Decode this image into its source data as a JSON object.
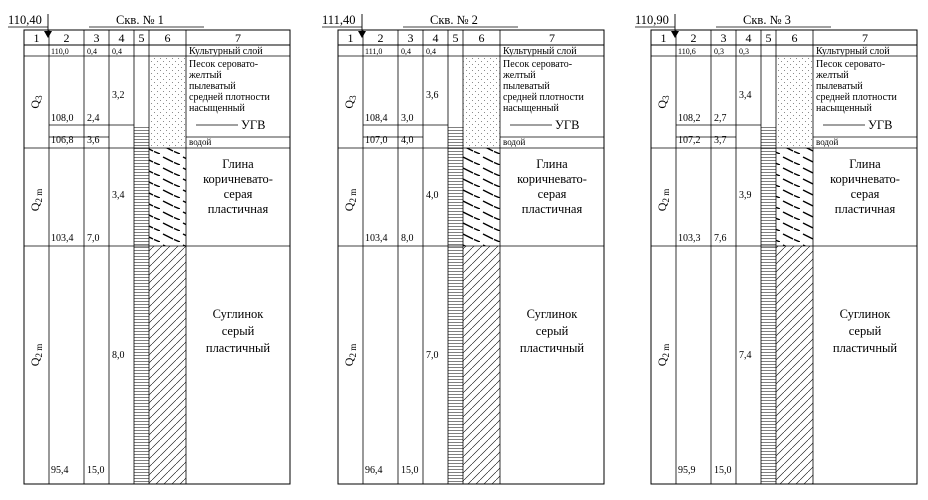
{
  "wells": [
    {
      "elev": "110,40",
      "title": "Скв. № 1",
      "columns": [
        "1",
        "2",
        "3",
        "4",
        "5",
        "6",
        "7"
      ],
      "layers": [
        {
          "age": "",
          "age_sub": "",
          "top_elev": "110,0",
          "top_depth": "0,4",
          "thick": "0,4",
          "desc": [
            "Культурный слой"
          ],
          "pattern": "blank",
          "big": false
        },
        {
          "age": "Q",
          "age_sub": "3",
          "top_elev": "108,0",
          "top_depth": "2,4",
          "thick": "3,2",
          "desc": [
            "Песок серовато-",
            "желтый",
            "пылеватый",
            "средней плотности",
            "насыщенный"
          ],
          "pattern": "sand",
          "big": false
        },
        {
          "age": "",
          "age_sub": "",
          "top_elev": "106,8",
          "top_depth": "3,6",
          "thick": "",
          "desc": [
            "водой"
          ],
          "pattern": "sand",
          "big": false
        },
        {
          "age": "Q",
          "age_sub": "2 m",
          "top_elev": "103,4",
          "top_depth": "7,0",
          "thick": "3,4",
          "desc": [
            "Глина",
            "коричневато-",
            "серая",
            "пластичная"
          ],
          "pattern": "clay",
          "big": true
        },
        {
          "age": "Q",
          "age_sub": "2 m",
          "top_elev": "95,4",
          "top_depth": "15,0",
          "thick": "8,0",
          "desc": [
            "Суглинок",
            "серый",
            "пластичный"
          ],
          "pattern": "loam",
          "big": true
        }
      ],
      "ugv": "УГВ"
    },
    {
      "elev": "111,40",
      "title": "Скв. № 2",
      "columns": [
        "1",
        "2",
        "3",
        "4",
        "5",
        "6",
        "7"
      ],
      "layers": [
        {
          "age": "",
          "age_sub": "",
          "top_elev": "111,0",
          "top_depth": "0,4",
          "thick": "0,4",
          "desc": [
            "Культурный слой"
          ],
          "pattern": "blank",
          "big": false
        },
        {
          "age": "Q",
          "age_sub": "3",
          "top_elev": "108,4",
          "top_depth": "3,0",
          "thick": "3,6",
          "desc": [
            "Песок серовато-",
            "желтый",
            "пылеватый",
            "средней плотности",
            "насыщенный"
          ],
          "pattern": "sand",
          "big": false
        },
        {
          "age": "",
          "age_sub": "",
          "top_elev": "107,0",
          "top_depth": "4,0",
          "thick": "",
          "desc": [
            "водой"
          ],
          "pattern": "sand",
          "big": false
        },
        {
          "age": "Q",
          "age_sub": "2 m",
          "top_elev": "103,4",
          "top_depth": "8,0",
          "thick": "4,0",
          "desc": [
            "Глина",
            "коричневато-",
            "серая",
            "пластичная"
          ],
          "pattern": "clay",
          "big": true
        },
        {
          "age": "Q",
          "age_sub": "2 m",
          "top_elev": "96,4",
          "top_depth": "15,0",
          "thick": "7,0",
          "desc": [
            "Суглинок",
            "серый",
            "пластичный"
          ],
          "pattern": "loam",
          "big": true
        }
      ],
      "ugv": "УГВ"
    },
    {
      "elev": "110,90",
      "title": "Скв. № 3",
      "columns": [
        "1",
        "2",
        "3",
        "4",
        "5",
        "6",
        "7"
      ],
      "layers": [
        {
          "age": "",
          "age_sub": "",
          "top_elev": "110,6",
          "top_depth": "0,3",
          "thick": "0,3",
          "desc": [
            "Культурный слой"
          ],
          "pattern": "blank",
          "big": false
        },
        {
          "age": "Q",
          "age_sub": "3",
          "top_elev": "108,2",
          "top_depth": "2,7",
          "thick": "3,4",
          "desc": [
            "Песок серовато-",
            "желтый",
            "пылеватый",
            "средней плотности",
            "насыщенный"
          ],
          "pattern": "sand",
          "big": false
        },
        {
          "age": "",
          "age_sub": "",
          "top_elev": "107,2",
          "top_depth": "3,7",
          "thick": "",
          "desc": [
            "водой"
          ],
          "pattern": "sand",
          "big": false
        },
        {
          "age": "Q",
          "age_sub": "2 m",
          "top_elev": "103,3",
          "top_depth": "7,6",
          "thick": "3,9",
          "desc": [
            "Глина",
            "коричневато-",
            "серая",
            "пластичная"
          ],
          "pattern": "clay",
          "big": true
        },
        {
          "age": "Q",
          "age_sub": "2 m",
          "top_elev": "95,9",
          "top_depth": "15,0",
          "thick": "7,4",
          "desc": [
            "Суглинок",
            "серый",
            "пластичный"
          ],
          "pattern": "loam",
          "big": true
        }
      ],
      "ugv": "УГВ"
    }
  ]
}
